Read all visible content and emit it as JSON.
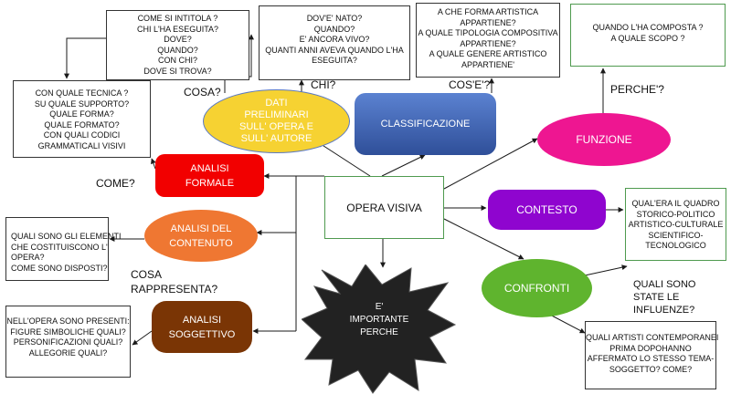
{
  "center": {
    "label": "OPERA VISIVA"
  },
  "nodes": {
    "dati": {
      "lines": [
        "DATI",
        "PRELIMINARI",
        "SULL' OPERA E",
        "SULL' AUTORE"
      ]
    },
    "classificazione": {
      "label": "CLASSIFICAZIONE"
    },
    "funzione": {
      "label": "FUNZIONE"
    },
    "contesto": {
      "label": "CONTESTO"
    },
    "confronti": {
      "label": "CONFRONTI"
    },
    "analisi_formale": {
      "lines": [
        "ANALISI",
        "FORMALE"
      ]
    },
    "analisi_contenuto": {
      "lines": [
        "ANALISI DEL",
        "CONTENUTO"
      ]
    },
    "analisi_soggettivo": {
      "lines": [
        "ANALISI",
        "SOGGETTIVO"
      ]
    },
    "importante": {
      "lines": [
        "E'",
        "IMPORTANTE",
        "PERCHE"
      ]
    }
  },
  "boxes": {
    "cosa_intitola": {
      "lines": [
        "COME SI INTITOLA ?",
        "CHI L'HA ESEGUITA?",
        "DOVE?",
        "QUANDO?",
        "CON CHI?",
        "DOVE SI TROVA?"
      ]
    },
    "dove_nato": {
      "lines": [
        "DOV'E' NATO?",
        "QUANDO?",
        "E' ANCORA VIVO?",
        "QUANTI ANNI AVEVA QUANDO L'HA",
        "ESEGUITA?"
      ]
    },
    "forma_artistica": {
      "lines": [
        "A CHE FORMA ARTISTICA",
        "APPARTIENE?",
        "A QUALE TIPOLOGIA COMPOSITIVA",
        "APPARTIENE?",
        "A QUALE GENERE  ARTISTICO",
        "APPARTIENE'"
      ]
    },
    "quando_composta": {
      "lines": [
        "QUANDO L'HA COMPOSTA ?",
        "A QUALE SCOPO ?"
      ]
    },
    "tecnica": {
      "lines": [
        "CON QUALE TECNICA ?",
        "SU QUALE SUPPORTO?",
        "QUALE FORMA?",
        "QUALE FORMATO?",
        "CON QUALI CODICI",
        "GRAMMATICALI VISIVI"
      ]
    },
    "elementi": {
      "lines": [
        "QUALI SONO GLI ELEMENTI",
        "CHE COSTITUISCONO L'",
        "OPERA?",
        "COME SONO DISPOSTI?"
      ]
    },
    "presenti": {
      "lines": [
        "NELL'OPERA SONO PRESENTI:",
        "FIGURE SIMBOLICHE QUALI?",
        "PERSONIFICAZIONI QUALI?",
        "ALLEGORIE QUALI?"
      ]
    },
    "quadro_storico": {
      "lines": [
        "QUAL'ERA IL QUADRO",
        "STORICO-POLITICO",
        "ARTISTICO-CULTURALE",
        "SCIENTIFICO-",
        "TECNOLOGICO"
      ]
    },
    "artisti": {
      "lines": [
        "QUALI ARTISTI CONTEMPORANEI",
        "PRIMA DOPOHANNO",
        "AFFERMATO LO STESSO TEMA-",
        "SOGGETTO? COME?"
      ]
    }
  },
  "labels": {
    "cosa": "COSA?",
    "chi": "CHI?",
    "cose": "COS'E'?",
    "perche": "PERCHE'?",
    "come": "COME?",
    "cosa_rappresenta": [
      "COSA",
      "RAPPRESENTA?"
    ],
    "influenze": [
      "QUALI SONO",
      "STATE LE",
      "INFLUENZE?"
    ]
  },
  "colors": {
    "dati": "#f6d232",
    "classificazione": "#3d63b3",
    "funzione": "#ee1691",
    "contesto": "#8f05cf",
    "confronti": "#5fb42e",
    "analisi_formale": "#f20000",
    "analisi_contenuto": "#ef7732",
    "analisi_soggettivo": "#7a3505",
    "importante": "#222222",
    "center_border": "#4f9a4f",
    "wire": "#1a1a1a"
  }
}
